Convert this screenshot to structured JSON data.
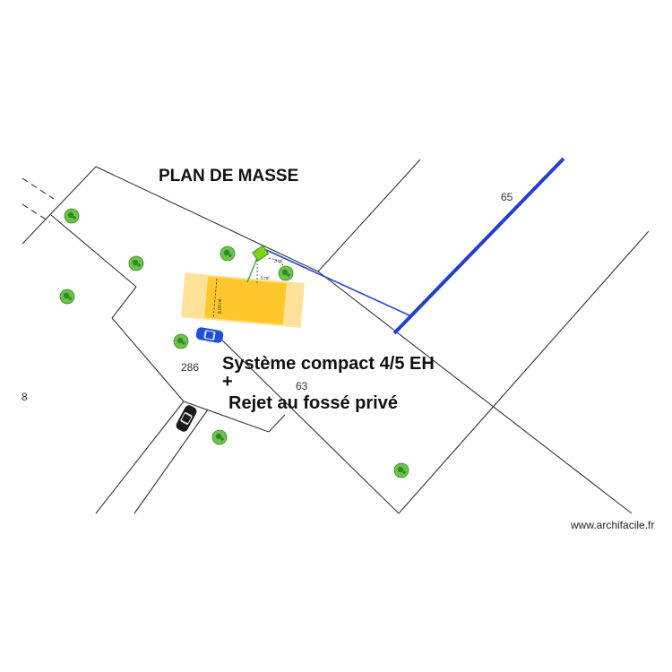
{
  "title": "PLAN DE MASSE",
  "annotation": {
    "line1": "Système compact 4/5 EH",
    "plus": "+",
    "line2": "Rejet au fossé privé"
  },
  "parcels": {
    "p65": "65",
    "p286": "286",
    "p63": "63",
    "p8": "8"
  },
  "dimensions": {
    "house_width": "8.00 ml",
    "dist_a": "5 ml",
    "dist_b": "3 ml"
  },
  "credit": "www.archifacile.fr",
  "colors": {
    "evacuation_line": "#1f3fd1",
    "house_fill": "#ffc72c",
    "house_halo": "#ffe19a",
    "tank": "#7ed321",
    "tree": "#6cc24a",
    "car_blue": "#1d4fd8",
    "car_black": "#1a1a1a"
  },
  "icons": [
    "tree-icon",
    "car-icon",
    "septic-tank-icon"
  ]
}
